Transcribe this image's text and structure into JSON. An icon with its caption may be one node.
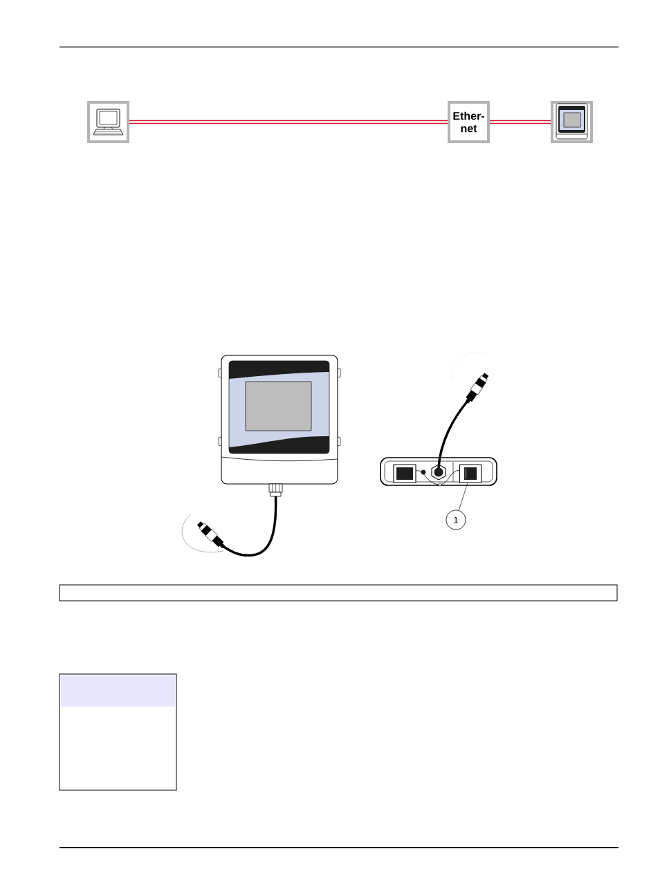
{
  "diagram": {
    "nodes": [
      {
        "text": [],
        "shape": "picture"
      },
      {
        "text": [
          "Ether- net"
        ]
      },
      {
        "text": [],
        "shape": "picture"
      },
      {
        "text": [
          "1"
        ]
      },
      {
        "text": [],
        "shape": "picture"
      }
    ],
    "edges": [
      {
        "from": 0,
        "to": 1,
        "arrow": "none",
        "color": "#d0142c"
      },
      {
        "from": 1,
        "to": 2,
        "arrow": "none",
        "color": "#d0142c"
      },
      {
        "from": 3,
        "to": 4,
        "arrow": "none",
        "color": "#000000"
      }
    ]
  }
}
